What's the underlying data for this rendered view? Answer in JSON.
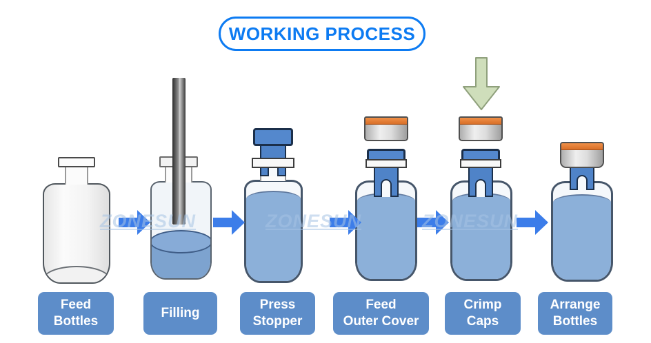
{
  "title": "WORKING PROCESS",
  "watermark": "ZONESUN",
  "stages": [
    {
      "id": "feed-bottles",
      "label": "Feed\nBottles"
    },
    {
      "id": "filling",
      "label": "Filling"
    },
    {
      "id": "press-stopper",
      "label": "Press\nStopper"
    },
    {
      "id": "feed-outer-cover",
      "label": "Feed\nOuter Cover"
    },
    {
      "id": "crimp-caps",
      "label": "Crimp\nCaps"
    },
    {
      "id": "arrange-bottles",
      "label": "Arrange\nBottles"
    }
  ],
  "colors": {
    "title_blue": "#0d7bf2",
    "arrow_blue": "#3c7de9",
    "label_bg": "#5d8dc9",
    "label_text": "#ffffff",
    "liquid_blue": "#8cb0d9",
    "stopper_blue": "#4f83c8",
    "cap_orange": "#e8823c",
    "cap_silver": "#cfcfcf",
    "green_arrow": "#cfdebb"
  }
}
